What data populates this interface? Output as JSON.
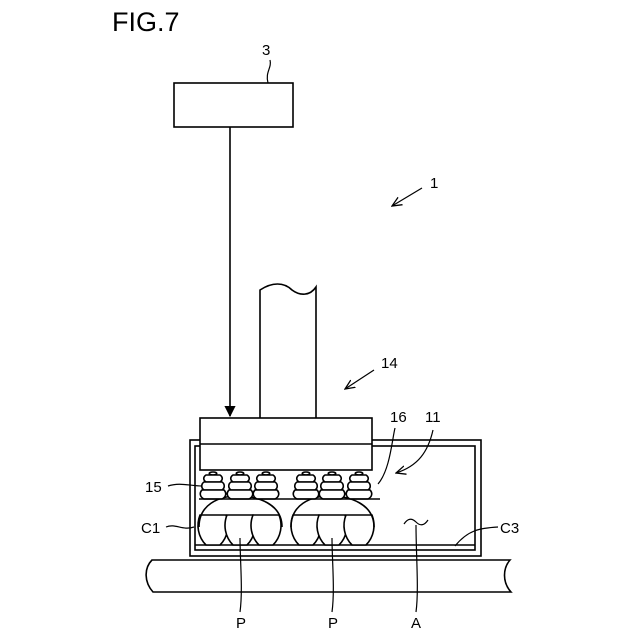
{
  "figure": {
    "title": "FIG.7",
    "labels": {
      "controller": "3",
      "device": "1",
      "hand": "14",
      "suction_pad": "15",
      "bracket": "16",
      "container": "11",
      "left_wall": "C1",
      "bottom_wall": "C3",
      "product_left": "P",
      "product_right": "P",
      "area": "A"
    }
  }
}
